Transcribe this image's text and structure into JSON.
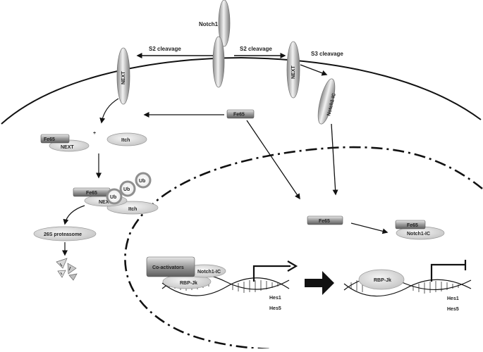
{
  "labels": {
    "notch1": "Notch1",
    "s2_cleavage_left": "S2 cleavage",
    "s2_cleavage_right": "S2 cleavage",
    "s3_cleavage": "S3 cleavage",
    "next_membrane_left": "NEXT",
    "next_membrane_right": "NEXT",
    "notch1_ic_free": "Notch1-IC",
    "fe65_membrane": "Fe65",
    "fe65_complex1": "Fe65",
    "next_complex1": "NEXT",
    "plus_sign": "+",
    "itch_free": "Itch",
    "fe65_complex2": "Fe65",
    "next_complex2": "NEXT",
    "itch_complex2": "Itch",
    "ub1": "Ub",
    "ub2": "Ub",
    "ub3": "Ub",
    "proteasome": "26S proteasome",
    "fe65_nuclear": "Fe65",
    "fe65_nuclear_complex": "Fe65",
    "notch1_ic_nuclear_complex": "Notch1-IC",
    "coactivators": "Co-activators",
    "notch1_ic_active": "Notch1-IC",
    "rbpjk_active": "RBP-Jk",
    "hes1_active": "Hes1",
    "hes5_active": "Hes5",
    "rbpjk_repressed": "RBP-Jk",
    "hes1_repressed": "Hes1",
    "hes5_repressed": "Hes5"
  },
  "colors": {
    "line": "#111111",
    "shape_light": "#e6e6e6",
    "shape_mid": "#bdbdbd",
    "shape_dark": "#7a7a7a",
    "ub_outline": "#8f8f8f"
  }
}
